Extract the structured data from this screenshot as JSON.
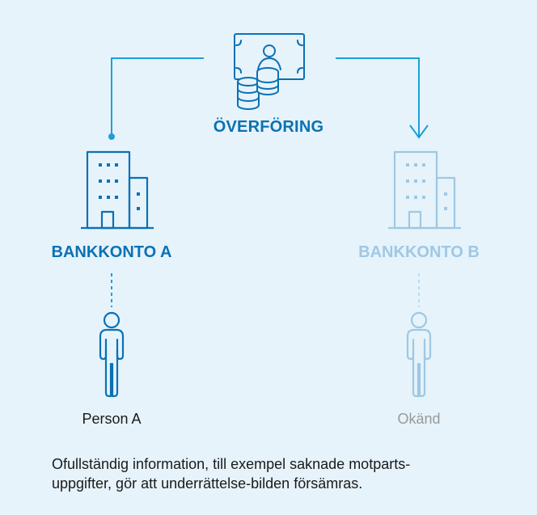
{
  "transfer": {
    "label": "ÖVERFÖRING",
    "icon": "money-coins-icon"
  },
  "bank_a": {
    "label": "BANKKONTO A",
    "icon": "building-icon",
    "color": "#0a71b4"
  },
  "bank_b": {
    "label": "BANKKONTO B",
    "icon": "building-icon",
    "color": "#9fc8e3"
  },
  "person_a": {
    "label": "Person A",
    "icon": "person-icon"
  },
  "person_b": {
    "label": "Okänd",
    "icon": "person-icon"
  },
  "caption": {
    "line1": "Ofullständig information, till exempel saknade motparts-",
    "line2": "uppgifter, gör att underrättelse-bilden försämras."
  },
  "colors": {
    "background": "#e6f3fb",
    "primary": "#0a71b4",
    "connector": "#1aa0dc",
    "faded": "#9fc8e3"
  }
}
